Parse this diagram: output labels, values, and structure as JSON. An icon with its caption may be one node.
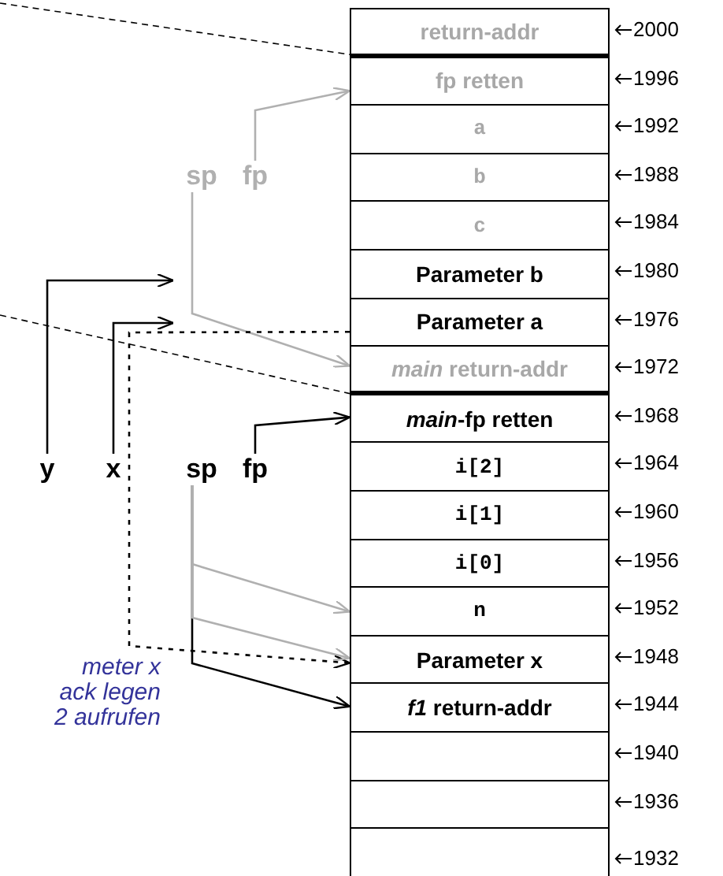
{
  "diagram": {
    "nodes": [
      {
        "text": [
          "return-addr"
        ],
        "beside": [
          "2000"
        ]
      },
      {
        "text": [
          "fp retten"
        ],
        "beside": [
          "1996"
        ]
      },
      {
        "text": [
          "a"
        ],
        "beside": [
          "1992"
        ]
      },
      {
        "text": [
          "b"
        ],
        "beside": [
          "1988"
        ]
      },
      {
        "text": [
          "c"
        ],
        "beside": [
          "1984"
        ]
      },
      {
        "text": [
          "Parameter b"
        ],
        "beside": [
          "1980"
        ]
      },
      {
        "text": [
          "Parameter a"
        ],
        "beside": [
          "1976"
        ]
      },
      {
        "text": [
          "*main* return-addr"
        ],
        "beside": [
          "1972"
        ]
      },
      {
        "text": [
          "*main*-fp retten"
        ],
        "beside": [
          "1968"
        ]
      },
      {
        "text": [
          "i[2]"
        ],
        "beside": [
          "1964"
        ]
      },
      {
        "text": [
          "i[1]"
        ],
        "beside": [
          "1960"
        ]
      },
      {
        "text": [
          "i[0]"
        ],
        "beside": [
          "1956"
        ]
      },
      {
        "text": [
          "n"
        ],
        "beside": [
          "1952"
        ]
      },
      {
        "text": [
          "Parameter x"
        ],
        "beside": [
          "1948"
        ]
      },
      {
        "text": [
          "*f1* return-addr"
        ],
        "beside": [
          "1944"
        ]
      },
      {
        "text": [],
        "shape": "box",
        "beside": [
          "1940"
        ]
      },
      {
        "text": [],
        "shape": "box",
        "beside": [
          "1936"
        ]
      },
      {
        "text": [],
        "shape": "box",
        "beside": [
          "1932"
        ]
      },
      {
        "text": [
          "sp"
        ]
      },
      {
        "text": [
          "fp"
        ]
      },
      {
        "text": [
          "y"
        ]
      },
      {
        "text": [
          "x"
        ]
      },
      {
        "text": [
          "sp"
        ]
      },
      {
        "text": [
          "fp"
        ]
      }
    ],
    "edges": [
      {
        "from": 19,
        "to": 1,
        "arrow": "to",
        "color": "#b0b0b0"
      },
      {
        "from": 18,
        "to": 7,
        "arrow": "to",
        "color": "#b0b0b0"
      },
      {
        "from": 20,
        "to": null,
        "arrow": "to"
      },
      {
        "from": 21,
        "to": null,
        "arrow": "to"
      },
      {
        "from": 6,
        "to": 13,
        "arrow": "to",
        "style": "dashed"
      },
      {
        "from": 23,
        "to": 8,
        "arrow": "to"
      },
      {
        "from": 22,
        "to": 14,
        "arrow": "to"
      },
      {
        "from": 22,
        "to": 12,
        "arrow": "to",
        "color": "#b0b0b0"
      },
      {
        "from": 22,
        "to": 13,
        "arrow": "to",
        "color": "#b0b0b0"
      },
      {
        "from": null,
        "to": 0,
        "arrow": "none",
        "style": "dashed"
      },
      {
        "from": null,
        "to": 7,
        "arrow": "none",
        "style": "dashed"
      }
    ],
    "labels": [
      "meter x ack legen 2 aufrufen"
    ]
  }
}
